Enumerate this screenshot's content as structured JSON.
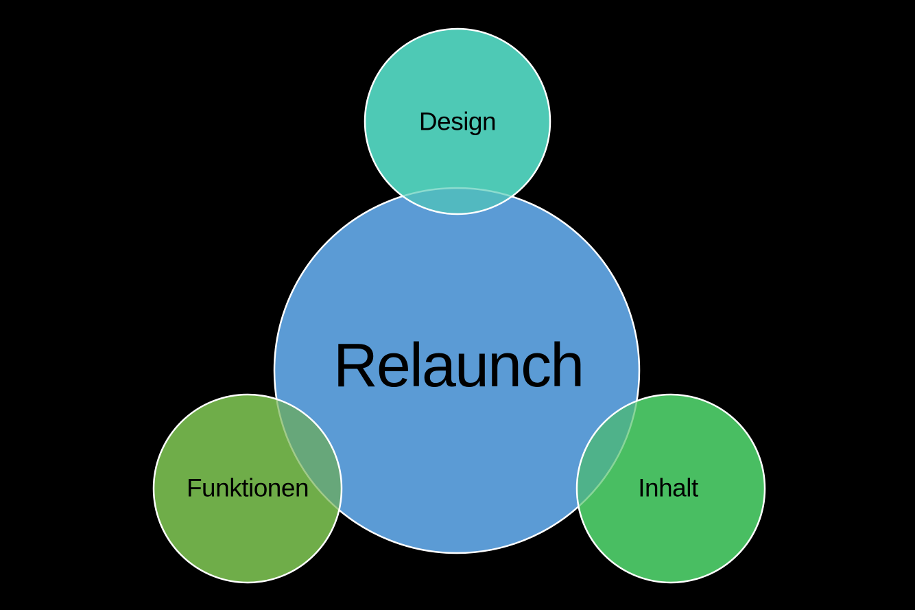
{
  "diagram": {
    "type": "venn-smartart",
    "background_color": "#000000",
    "outline_color": "#FFFFFF",
    "text_color": "#000000",
    "center_circle": {
      "label": "Relaunch",
      "color": "#5B9BD5"
    },
    "satellite_circles": [
      {
        "label": "Design",
        "position": "top",
        "color": "#4FC9B5"
      },
      {
        "label": "Funktionen",
        "position": "bottom-left",
        "color": "#6FAD49"
      },
      {
        "label": "Inhalt",
        "position": "bottom-right",
        "color": "#49BE62"
      }
    ]
  }
}
